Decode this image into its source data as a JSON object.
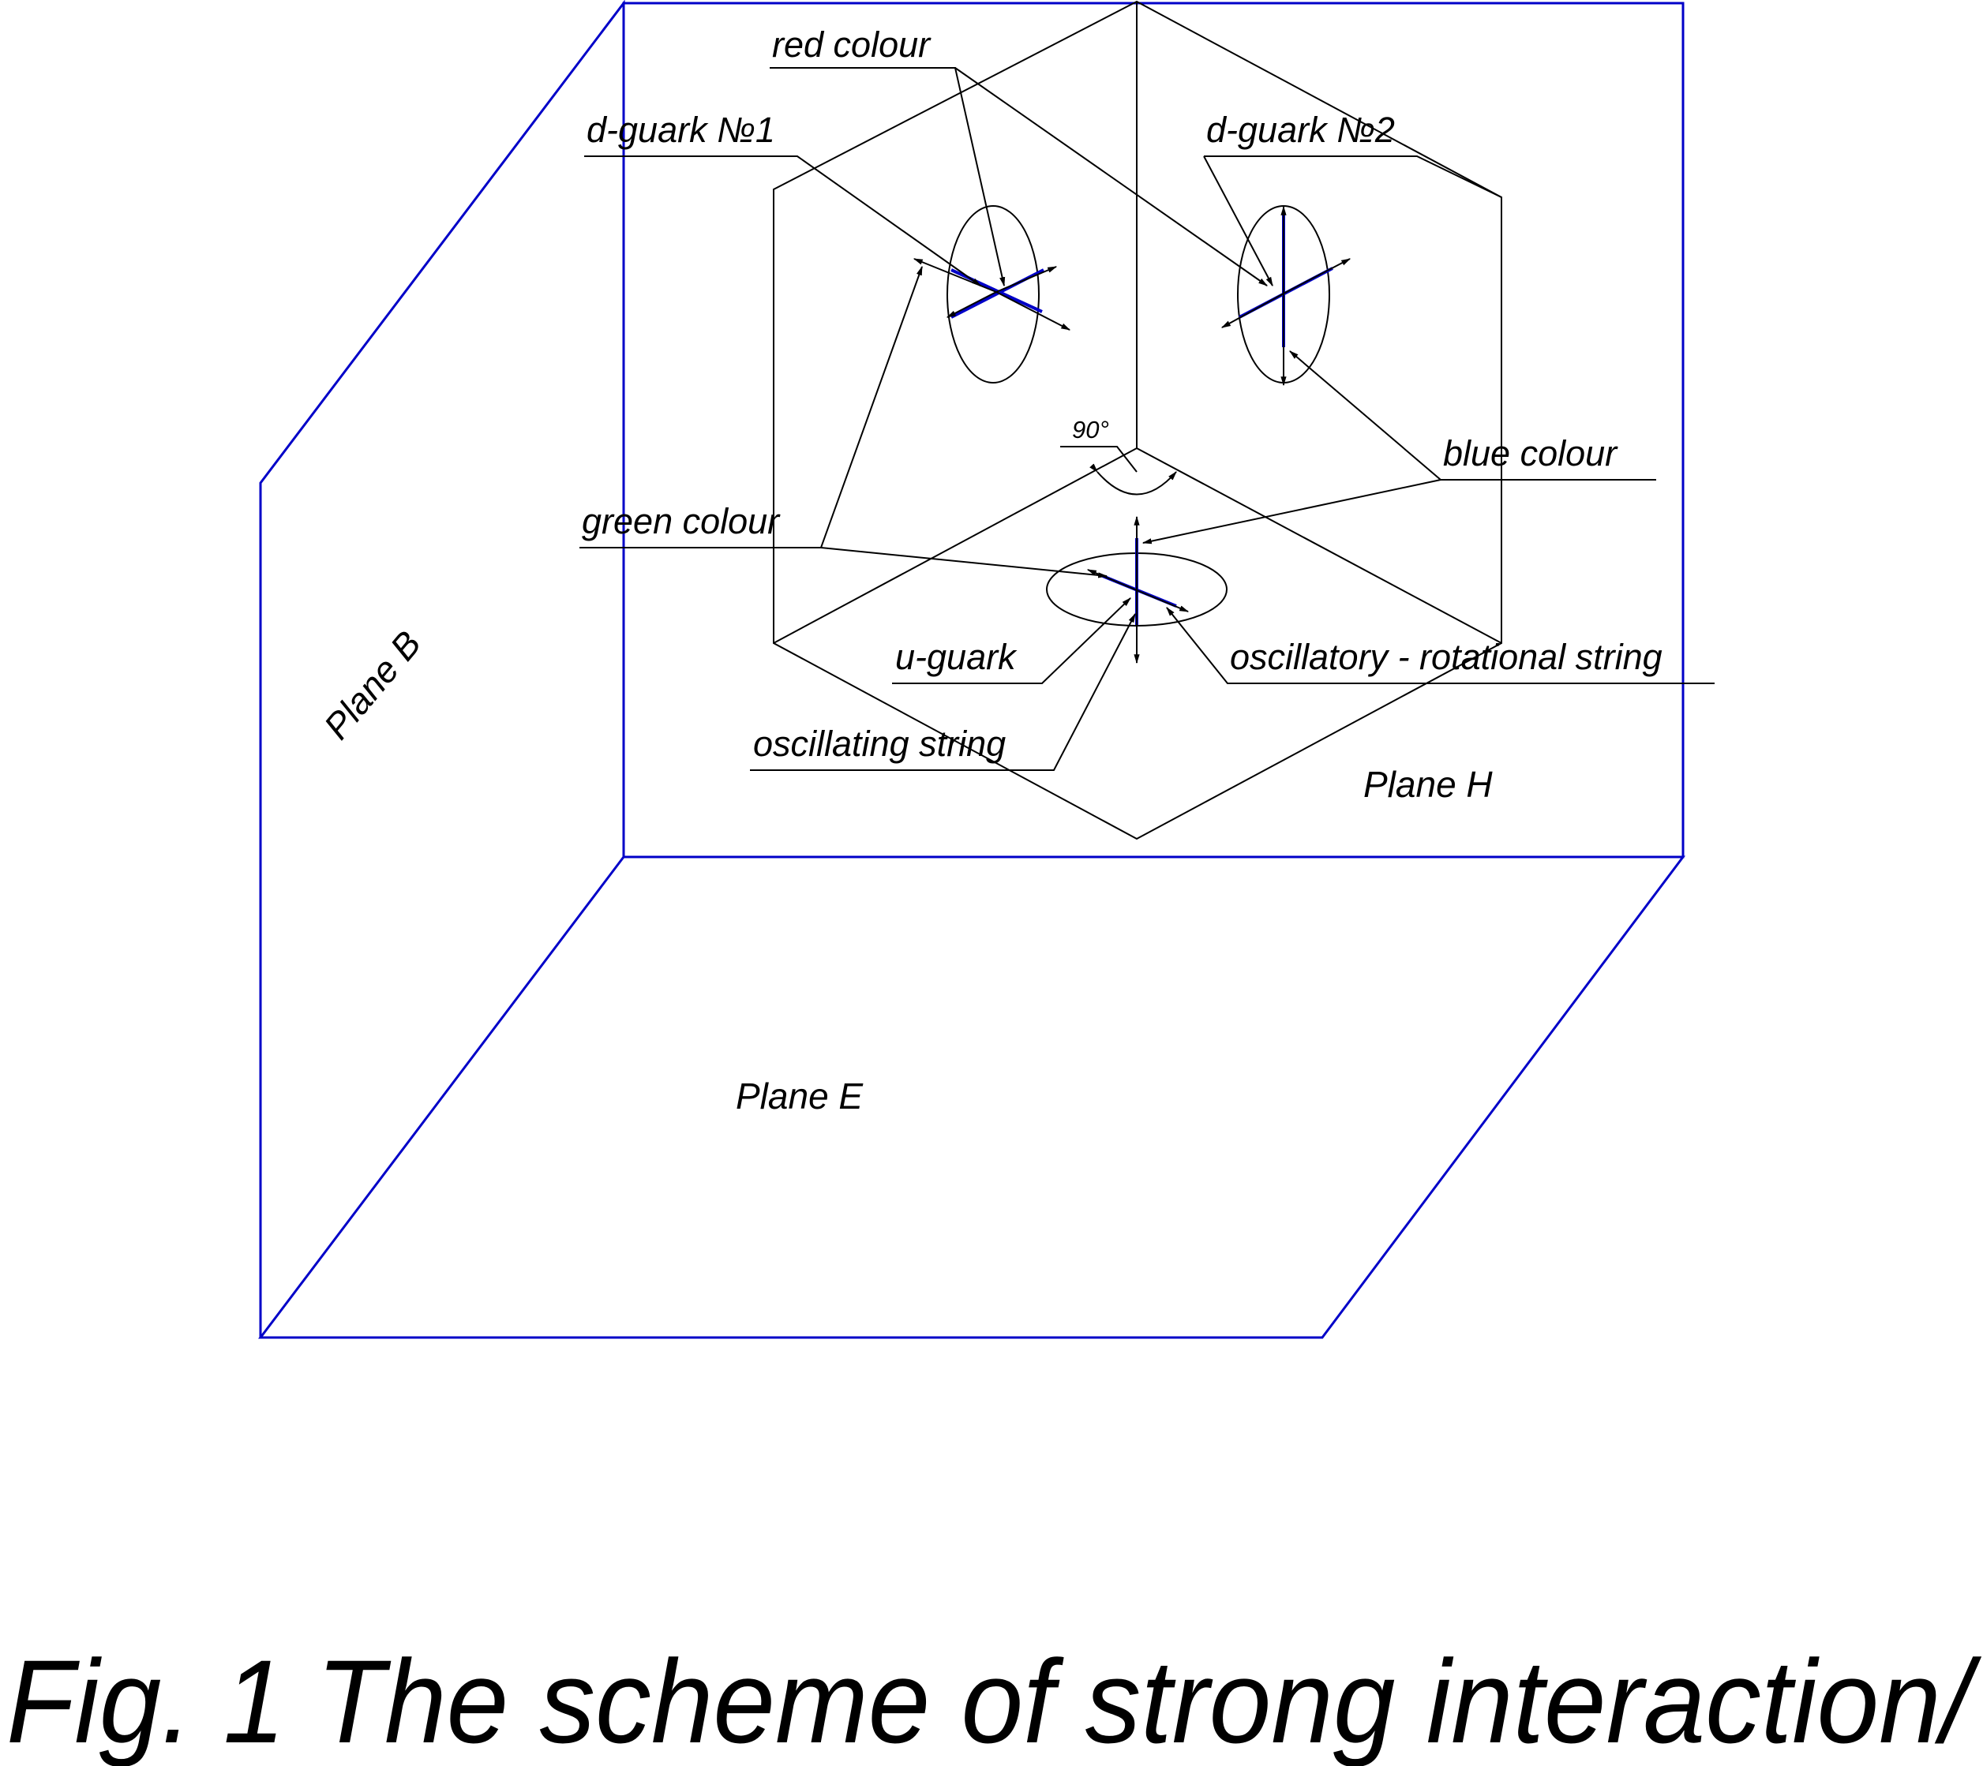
{
  "labels": {
    "red_colour": "red colour",
    "d_quark_1": "d-guark №1",
    "d_quark_2": "d-guark №2",
    "angle": "90°",
    "blue_colour": "blue  colour",
    "green_colour": "green  colour",
    "u_quark": "u-guark",
    "oscillatory_rotational_string": "oscillatory - rotational  string",
    "oscillating_string": "oscillating  string",
    "plane_b": "Plane  B",
    "plane_h": "Plane  H",
    "plane_e": "Plane  E"
  },
  "caption": "Fig. 1  The scheme  of  strong  interaction/",
  "colors": {
    "plane_edges": "#0000c8",
    "lines": "#000000",
    "background": "#ffffff"
  }
}
